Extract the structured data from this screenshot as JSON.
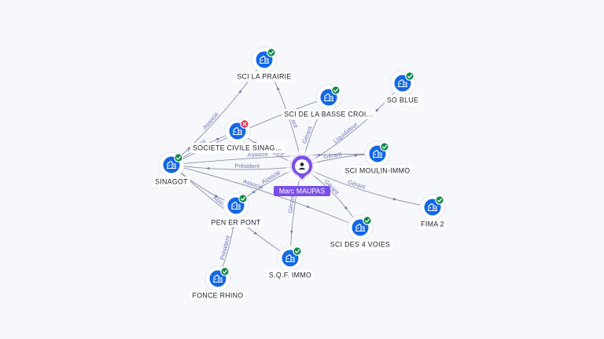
{
  "center": {
    "name": "Marc MAUPAS"
  },
  "nodes": [
    {
      "id": "prairie",
      "label": "SCI LA PRAIRIE",
      "status": "active"
    },
    {
      "id": "basse",
      "label": "SCI DE LA BASSE CROI…",
      "status": "active"
    },
    {
      "id": "soblue",
      "label": "SO BLUE",
      "status": "active"
    },
    {
      "id": "sinag",
      "label": "SOCIETE CIVILE SINAG…",
      "status": "closed"
    },
    {
      "id": "sinagot",
      "label": "SINAGOT",
      "status": "active"
    },
    {
      "id": "moulin",
      "label": "SCI MOULIN-IMMO",
      "status": "active"
    },
    {
      "id": "fima",
      "label": "FIMA 2",
      "status": "active"
    },
    {
      "id": "penerpont",
      "label": "PEN ER PONT",
      "status": "active"
    },
    {
      "id": "voies",
      "label": "SCI DES 4 VOIES",
      "status": "active"
    },
    {
      "id": "sqf",
      "label": "S.Q.F. IMMO",
      "status": "active"
    },
    {
      "id": "fonce",
      "label": "FONCE RHINO",
      "status": "active"
    }
  ],
  "edges": [
    {
      "from": "center",
      "to": "prairie",
      "label": "Gérant"
    },
    {
      "from": "center",
      "to": "basse",
      "label": "Gérant"
    },
    {
      "from": "center",
      "to": "soblue",
      "label": "Liquidateur"
    },
    {
      "from": "center",
      "to": "sinag",
      "label": "Gérant"
    },
    {
      "from": "center",
      "to": "sinagot",
      "label": "Président"
    },
    {
      "from": "center",
      "to": "moulin",
      "label": "Gérant"
    },
    {
      "from": "center",
      "to": "fima",
      "label": "Gérant"
    },
    {
      "from": "center",
      "to": "penerpont",
      "label": "Associé"
    },
    {
      "from": "center",
      "to": "voies",
      "label": "Gérant"
    },
    {
      "from": "center",
      "to": "sqf",
      "label": "Gérant"
    },
    {
      "from": "sinagot",
      "to": "prairie",
      "label": "Associé"
    },
    {
      "from": "sinagot",
      "to": "sinag",
      "label": "Associé"
    },
    {
      "from": "sinagot",
      "to": "basse",
      "label": ""
    },
    {
      "from": "sinagot",
      "to": "moulin",
      "label": "Associé"
    },
    {
      "from": "sinagot",
      "to": "penerpont",
      "label": ""
    },
    {
      "from": "sinagot",
      "to": "voies",
      "label": "Associé"
    },
    {
      "from": "sinagot",
      "to": "sqf",
      "label": "Associé"
    },
    {
      "from": "fonce",
      "to": "penerpont",
      "label": "Président"
    }
  ],
  "colors": {
    "accent": "#7b4fe6",
    "node": "#1366e4",
    "active_badge": "#0f8a4a",
    "closed_badge": "#e0264a"
  }
}
